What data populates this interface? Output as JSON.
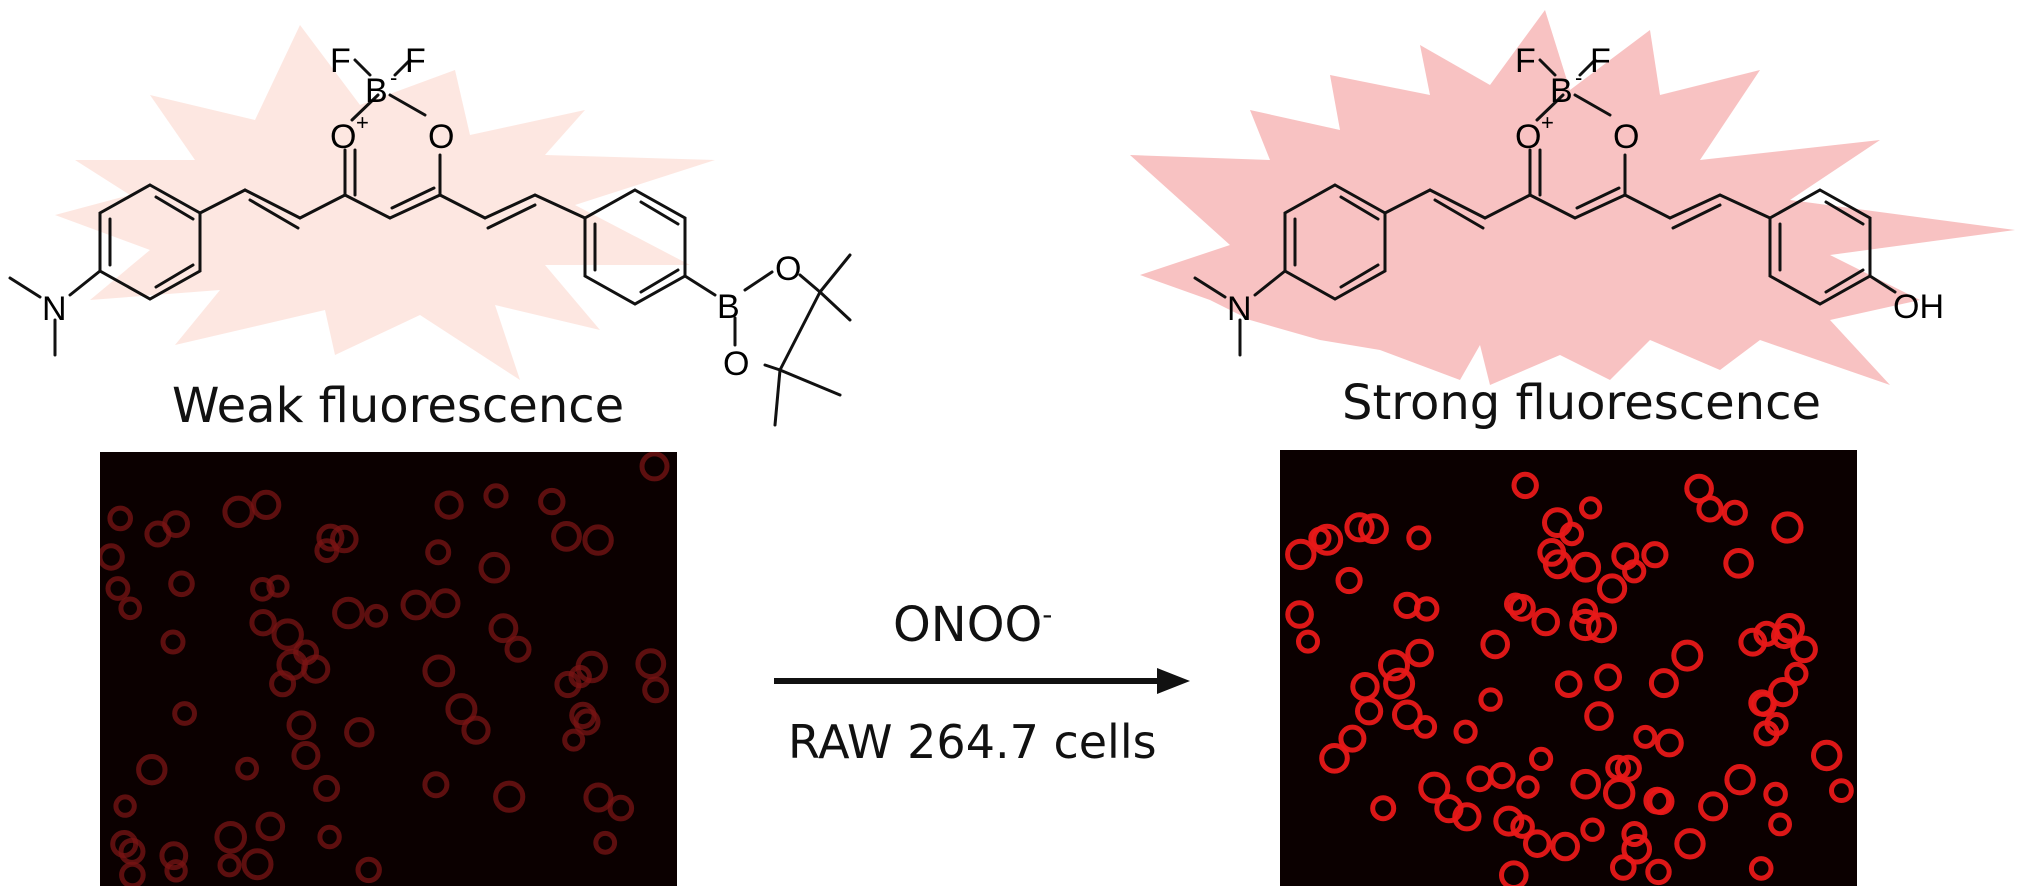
{
  "left_panel": {
    "caption": "Weak fluorescence",
    "atoms": {
      "f1": "F",
      "f2": "F",
      "b": "B",
      "b_charge": "-",
      "o_plus": "O",
      "o_plus_charge": "+",
      "o2": "O",
      "n": "N",
      "b_pin": "B",
      "o_pin1": "O",
      "o_pin2": "O"
    },
    "glow_color": "#fde3dc"
  },
  "right_panel": {
    "caption": "Strong fluorescence",
    "atoms": {
      "f1": "F",
      "f2": "F",
      "b": "B",
      "b_charge": "-",
      "o_plus": "O",
      "o_plus_charge": "+",
      "o2": "O",
      "n": "N",
      "oh": "OH"
    },
    "glow_color": "#f8bfbf"
  },
  "reaction": {
    "reagent": "ONOO",
    "reagent_charge": "-",
    "condition": "RAW 264.7 cells"
  },
  "colors": {
    "cell_dim": "#7a1414",
    "cell_bright": "#e81818",
    "micrograph_bg": "#0b0000"
  }
}
